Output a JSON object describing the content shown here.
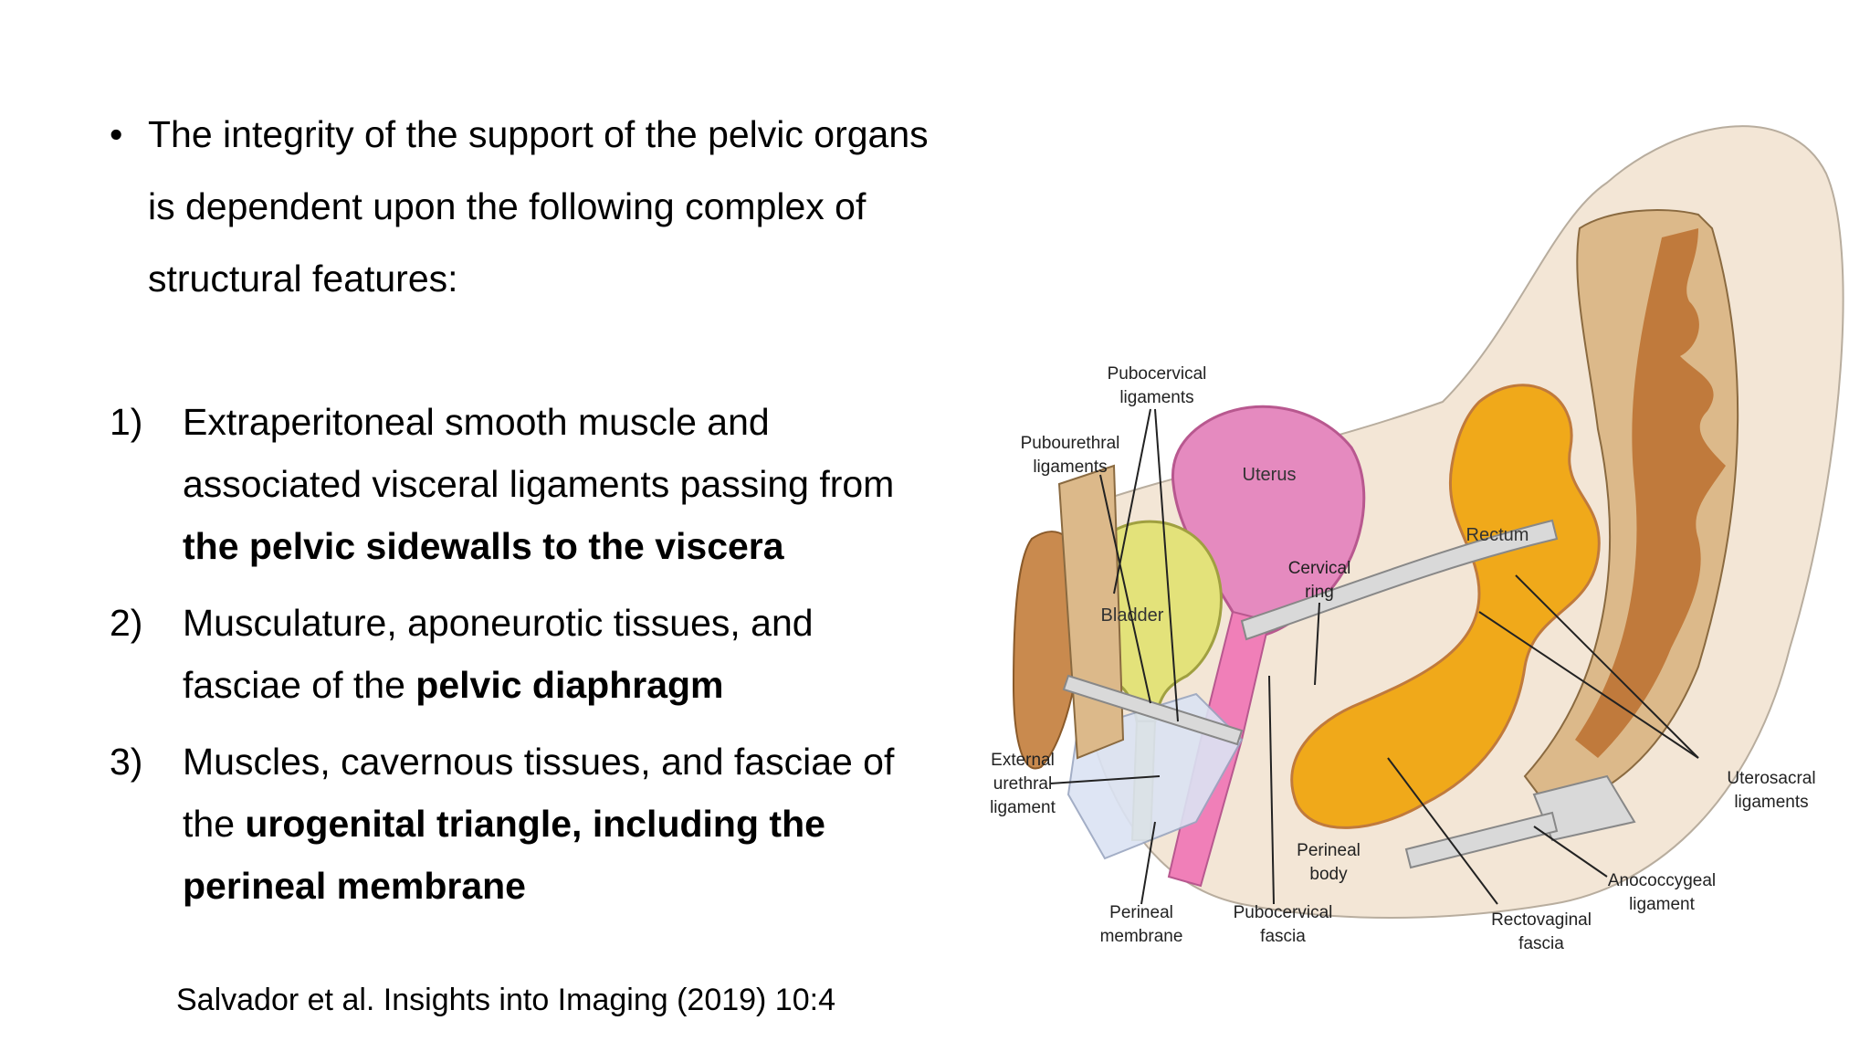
{
  "intro": {
    "bullet": "•",
    "text": "The integrity of the support of the pelvic organs is dependent upon the following complex of structural features:"
  },
  "items": [
    {
      "num": "1)",
      "text_plain": "Extraperitoneal smooth muscle and associated visceral ligaments passing from ",
      "text_bold": "the pelvic sidewalls to the viscera"
    },
    {
      "num": "2)",
      "text_plain": "Musculature, aponeurotic tissues, and fasciae of the ",
      "text_bold": "pelvic diaphragm"
    },
    {
      "num": "3)",
      "text_plain": "Muscles, cavernous tissues, and fasciae of the ",
      "text_bold": "urogenital triangle, including the perineal membrane"
    }
  ],
  "citation": "Salvador et al. Insights into Imaging (2019) 10:4",
  "figure": {
    "labels": {
      "pubocervical_ligaments_1": "Pubocervical",
      "pubocervical_ligaments_2": "ligaments",
      "pubourethral_ligaments_1": "Pubourethral",
      "pubourethral_ligaments_2": "ligaments",
      "uterus": "Uterus",
      "rectum": "Rectum",
      "cervical_ring_1": "Cervical",
      "cervical_ring_2": "ring",
      "bladder": "Bladder",
      "external_urethral_ligament_1": "External",
      "external_urethral_ligament_2": "urethral",
      "external_urethral_ligament_3": "ligament",
      "uterosacral_ligaments_1": "Uterosacral",
      "uterosacral_ligaments_2": "ligaments",
      "perineal_body_1": "Perineal",
      "perineal_body_2": "body",
      "anococcygeal_ligament_1": "Anococcygeal",
      "anococcygeal_ligament_2": "ligament",
      "perineal_membrane_1": "Perineal",
      "perineal_membrane_2": "membrane",
      "pubocervical_fascia_1": "Pubocervical",
      "pubocervical_fascia_2": "fascia",
      "rectovaginal_fascia_1": "Rectovaginal",
      "rectovaginal_fascia_2": "fascia"
    },
    "colors": {
      "background_tissue": "#f3e6d6",
      "sacrum": "#dcb98a",
      "sacrum_dark": "#c07a3c",
      "uterus": "#e58abf",
      "bladder": "#e3e27a",
      "rectum": "#f0a91a",
      "pubic_bone": "#c98a4e",
      "ligament": "#d9d9d9",
      "vagina_pink": "#f07fb8",
      "membrane_blue": "#dbe3f3"
    }
  }
}
